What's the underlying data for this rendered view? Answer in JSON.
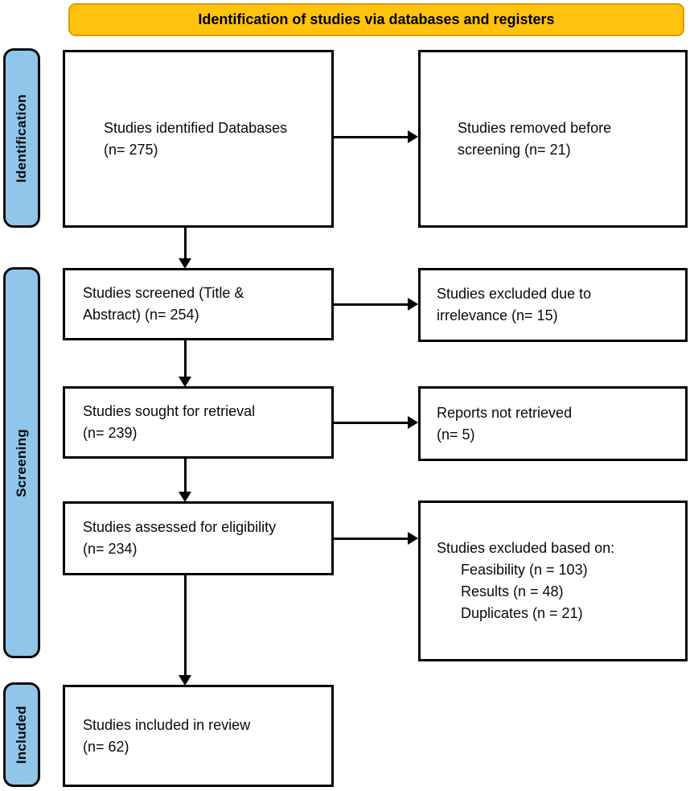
{
  "title_banner": "Identification of studies via databases and registers",
  "colors": {
    "banner_bg": "#FFC20E",
    "banner_border": "#DD9A00",
    "stage_bg": "#8FC6E9",
    "box_border": "#000000",
    "text": "#0a0a0a"
  },
  "stages": [
    {
      "label": "Identification"
    },
    {
      "label": "Screening"
    },
    {
      "label": "Included"
    }
  ],
  "boxes": {
    "identified": "Studies identified Databases\n(n= 275)",
    "removed_before_screening": "Studies removed before\nscreening (n= 21)",
    "screened": "Studies screened (Title &\nAbstract) (n= 254)",
    "excluded_irrelevance": "Studies excluded due to\nirrelevance (n= 15)",
    "sought_retrieval": "Studies sought for retrieval\n(n= 239)",
    "reports_not_retrieved": "Reports not retrieved\n(n= 5)",
    "assessed_eligibility": "Studies assessed for eligibility\n(n= 234)",
    "excluded_based_on": {
      "title": "Studies excluded based on:",
      "reasons": [
        "Feasibility (n = 103)",
        "Results (n = 48)",
        "Duplicates (n = 21)"
      ]
    },
    "included_review": "Studies included in review\n(n= 62)"
  }
}
